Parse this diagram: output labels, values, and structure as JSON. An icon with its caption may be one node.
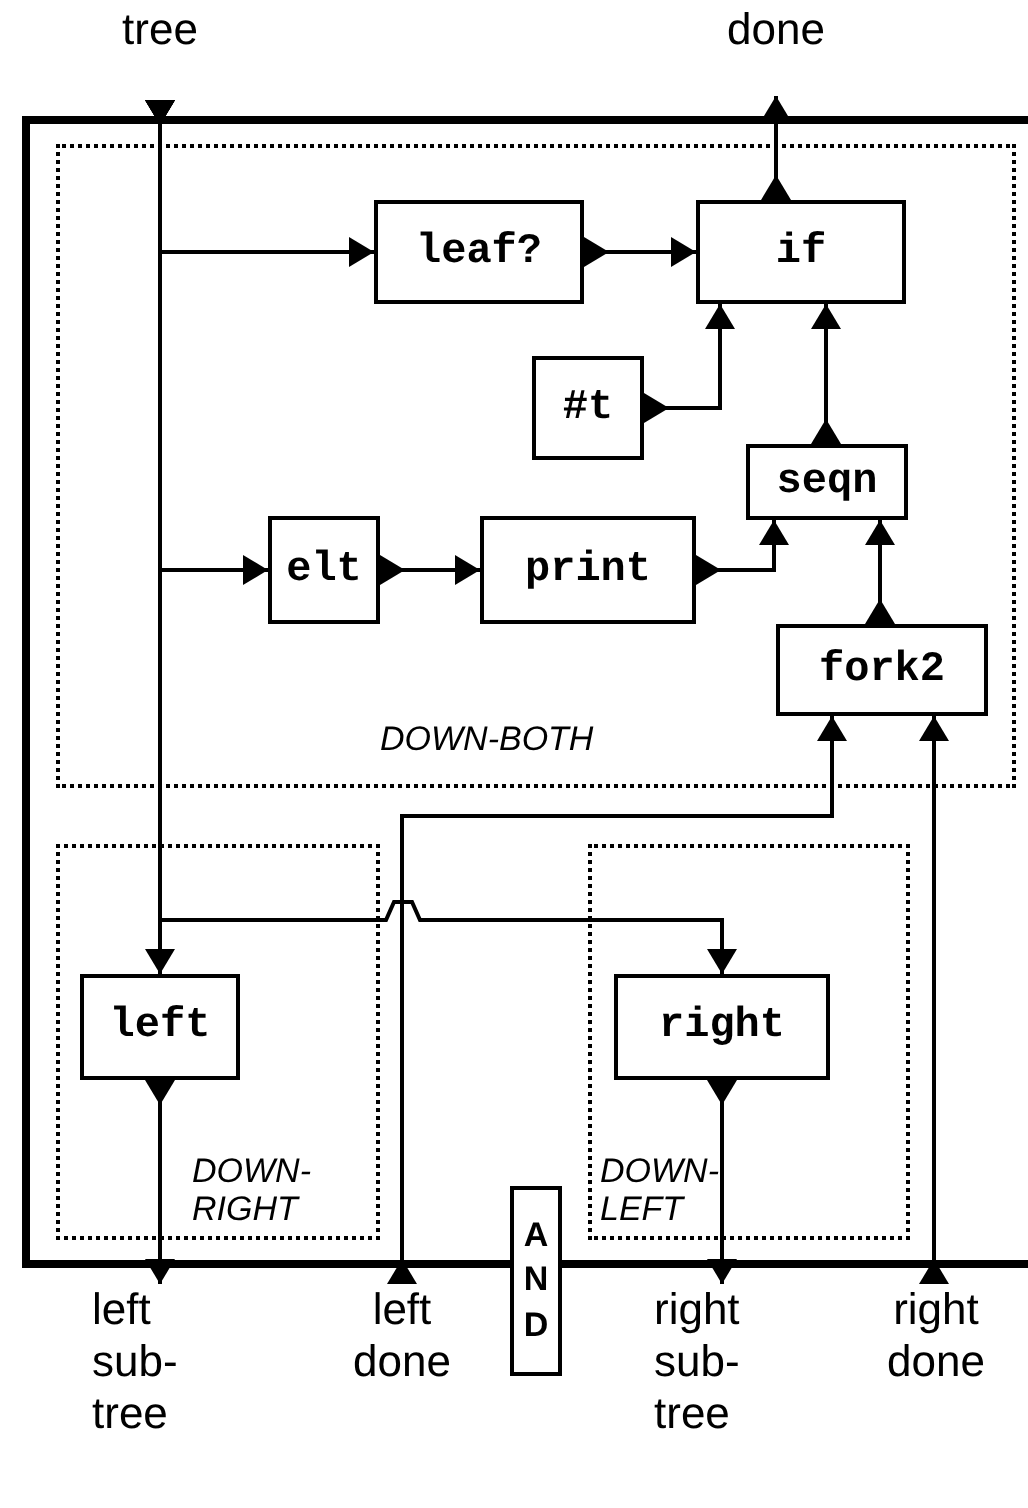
{
  "diagram": {
    "nodes": [
      {
        "text": [
          "tree"
        ]
      },
      {
        "text": [
          "done"
        ]
      },
      {
        "text": [
          "DOWN-BOTH"
        ]
      },
      {
        "text": [
          "leaf?"
        ],
        "in": 2
      },
      {
        "text": [
          "if"
        ],
        "in": 2
      },
      {
        "text": [
          "#t"
        ],
        "in": 2
      },
      {
        "text": [
          "seqn"
        ],
        "in": 2
      },
      {
        "text": [
          "elt"
        ],
        "in": 2
      },
      {
        "text": [
          "print"
        ],
        "in": 2
      },
      {
        "text": [
          "fork2"
        ],
        "in": 2
      },
      {
        "text": [
          "DOWN-RIGHT"
        ]
      },
      {
        "text": [
          "left"
        ],
        "in": 10
      },
      {
        "text": [
          "DOWN-LEFT"
        ]
      },
      {
        "text": [
          "right"
        ],
        "in": 12
      },
      {
        "text": [
          "AND"
        ]
      },
      {
        "text": [
          "left sub-tree"
        ]
      },
      {
        "text": [
          "left done"
        ]
      },
      {
        "text": [
          "right sub-tree"
        ]
      },
      {
        "text": [
          "right done"
        ]
      }
    ],
    "edges": [
      {
        "from": 0,
        "to": 3,
        "arrow": "to"
      },
      {
        "from": 0,
        "to": 7,
        "arrow": "to"
      },
      {
        "from": 0,
        "to": 11,
        "arrow": "to"
      },
      {
        "from": 0,
        "to": 13,
        "arrow": "to"
      },
      {
        "from": 3,
        "to": 4,
        "arrow": "to"
      },
      {
        "from": 5,
        "to": 4,
        "arrow": "to"
      },
      {
        "from": 6,
        "to": 4,
        "arrow": "to"
      },
      {
        "from": 7,
        "to": 8,
        "arrow": "to"
      },
      {
        "from": 8,
        "to": 6,
        "arrow": "to"
      },
      {
        "from": 9,
        "to": 6,
        "arrow": "to"
      },
      {
        "from": 4,
        "to": 1,
        "arrow": "to"
      },
      {
        "from": 16,
        "to": 9,
        "arrow": "to"
      },
      {
        "from": 18,
        "to": 9,
        "arrow": "to"
      },
      {
        "from": 11,
        "to": 15,
        "arrow": "to"
      },
      {
        "from": 13,
        "to": 17,
        "arrow": "to"
      }
    ]
  }
}
